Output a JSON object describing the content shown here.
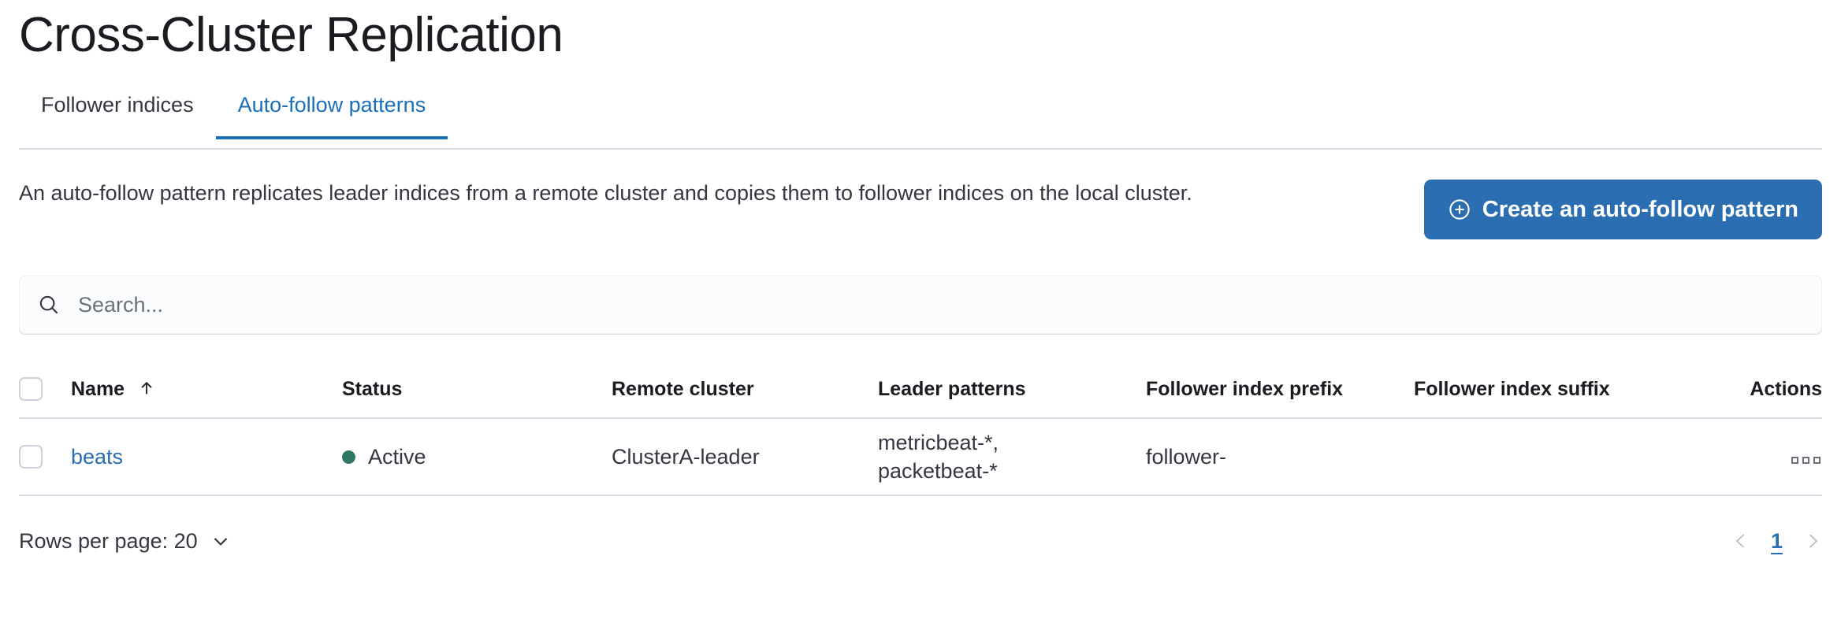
{
  "header": {
    "title": "Cross-Cluster Replication"
  },
  "tabs": [
    {
      "label": "Follower indices",
      "active": false
    },
    {
      "label": "Auto-follow patterns",
      "active": true
    }
  ],
  "intro": {
    "description": "An auto-follow pattern replicates leader indices from a remote cluster and copies them to follower indices on the local cluster.",
    "create_button_label": "Create an auto-follow pattern",
    "create_button_icon": "plus-in-circle-icon",
    "create_button_color": "#2a6eb1"
  },
  "search": {
    "placeholder": "Search...",
    "value": "",
    "icon": "search-icon"
  },
  "table": {
    "columns": [
      "Name",
      "Status",
      "Remote cluster",
      "Leader patterns",
      "Follower index prefix",
      "Follower index suffix",
      "Actions"
    ],
    "sort": {
      "column": "Name",
      "direction": "asc",
      "icon": "arrow-up-icon"
    },
    "rows": [
      {
        "name": "beats",
        "status": "Active",
        "status_color": "#2f7767",
        "remote_cluster": "ClusterA-leader",
        "leader_patterns": "metricbeat-*,\npacketbeat-*",
        "follower_index_prefix": "follower-",
        "follower_index_suffix": "",
        "actions_icon": "ellipsis-horizontal-icon"
      }
    ]
  },
  "footer": {
    "rows_per_page_label": "Rows per page: 20",
    "current_page": "1",
    "prev_icon": "chevron-left-icon",
    "next_icon": "chevron-right-icon"
  }
}
